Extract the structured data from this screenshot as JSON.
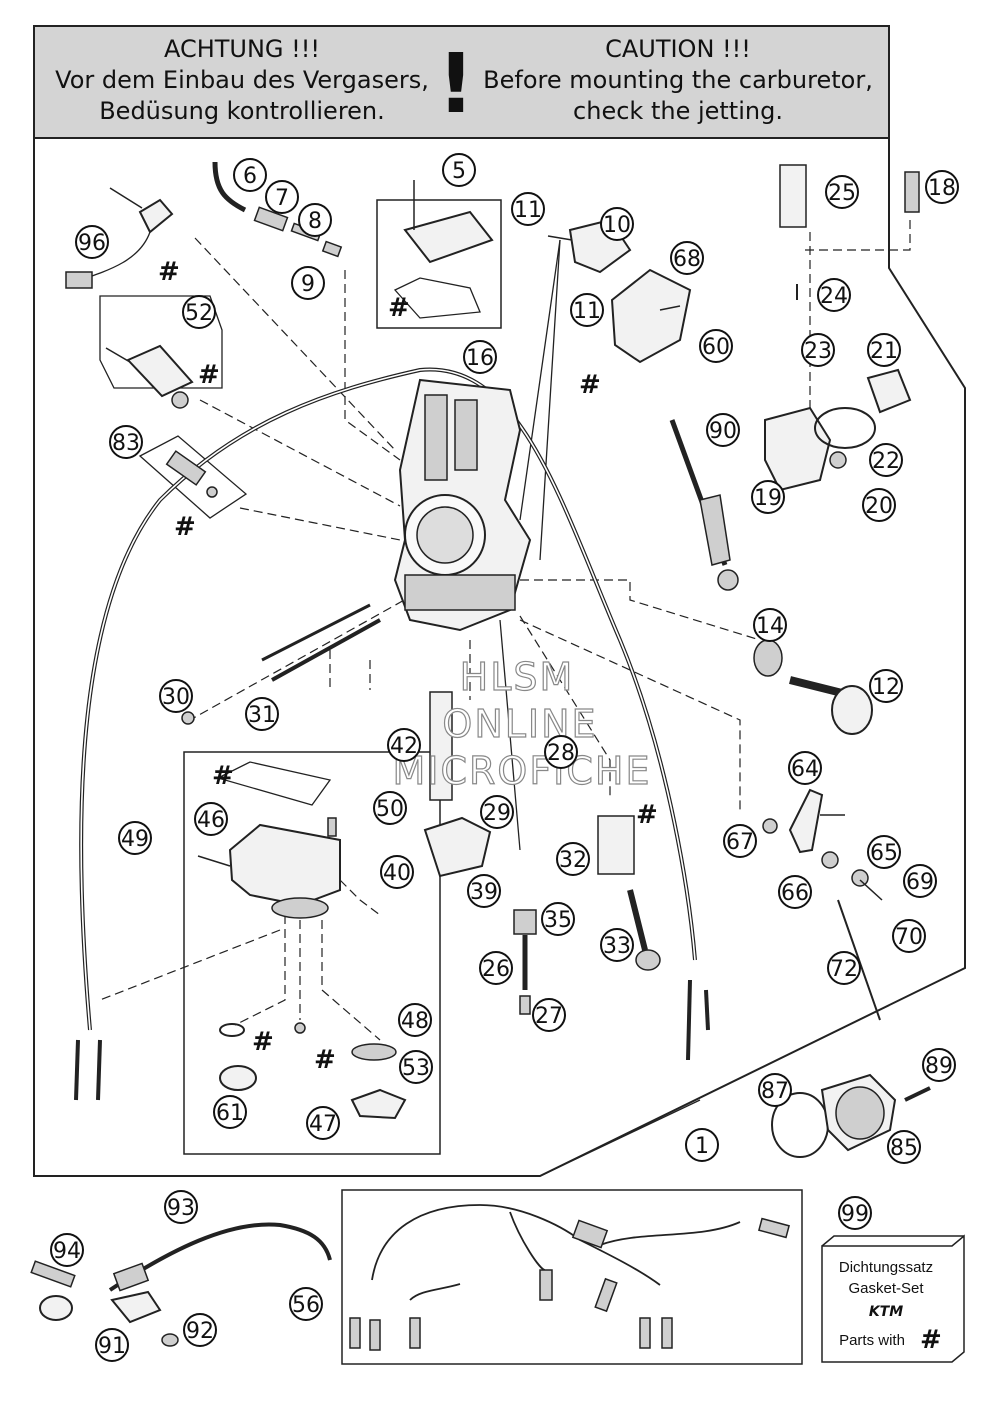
{
  "warning": {
    "de_title": "ACHTUNG !!!",
    "de_line1": "Vor dem Einbau des Vergasers,",
    "de_line2": "Bedüsung kontrollieren.",
    "exclamation": "!",
    "en_title": "CAUTION !!!",
    "en_line1": "Before mounting the carburetor,",
    "en_line2": "check the jetting."
  },
  "watermark": {
    "line1": "HLSM",
    "line2": "ONLINE",
    "line3": "MICROFICHE"
  },
  "callouts": [
    "5",
    "6",
    "7",
    "8",
    "9",
    "10",
    "11",
    "11",
    "12",
    "14",
    "16",
    "18",
    "19",
    "20",
    "21",
    "22",
    "23",
    "24",
    "25",
    "26",
    "27",
    "28",
    "29",
    "30",
    "31",
    "32",
    "33",
    "35",
    "39",
    "40",
    "42",
    "46",
    "47",
    "48",
    "49",
    "50",
    "52",
    "53",
    "56",
    "60",
    "61",
    "64",
    "65",
    "66",
    "67",
    "68",
    "69",
    "70",
    "72",
    "83",
    "85",
    "87",
    "89",
    "90",
    "91",
    "92",
    "93",
    "94",
    "96",
    "99",
    "1"
  ],
  "hash_symbol": "#",
  "gasket_kit": {
    "line1": "Dichtungssatz",
    "line2": "Gasket-Set",
    "brand": "KTM",
    "note": "Parts with",
    "symbol": "#"
  },
  "colors": {
    "header_bg": "#d4d4d4",
    "line": "#222222",
    "background": "#ffffff"
  }
}
